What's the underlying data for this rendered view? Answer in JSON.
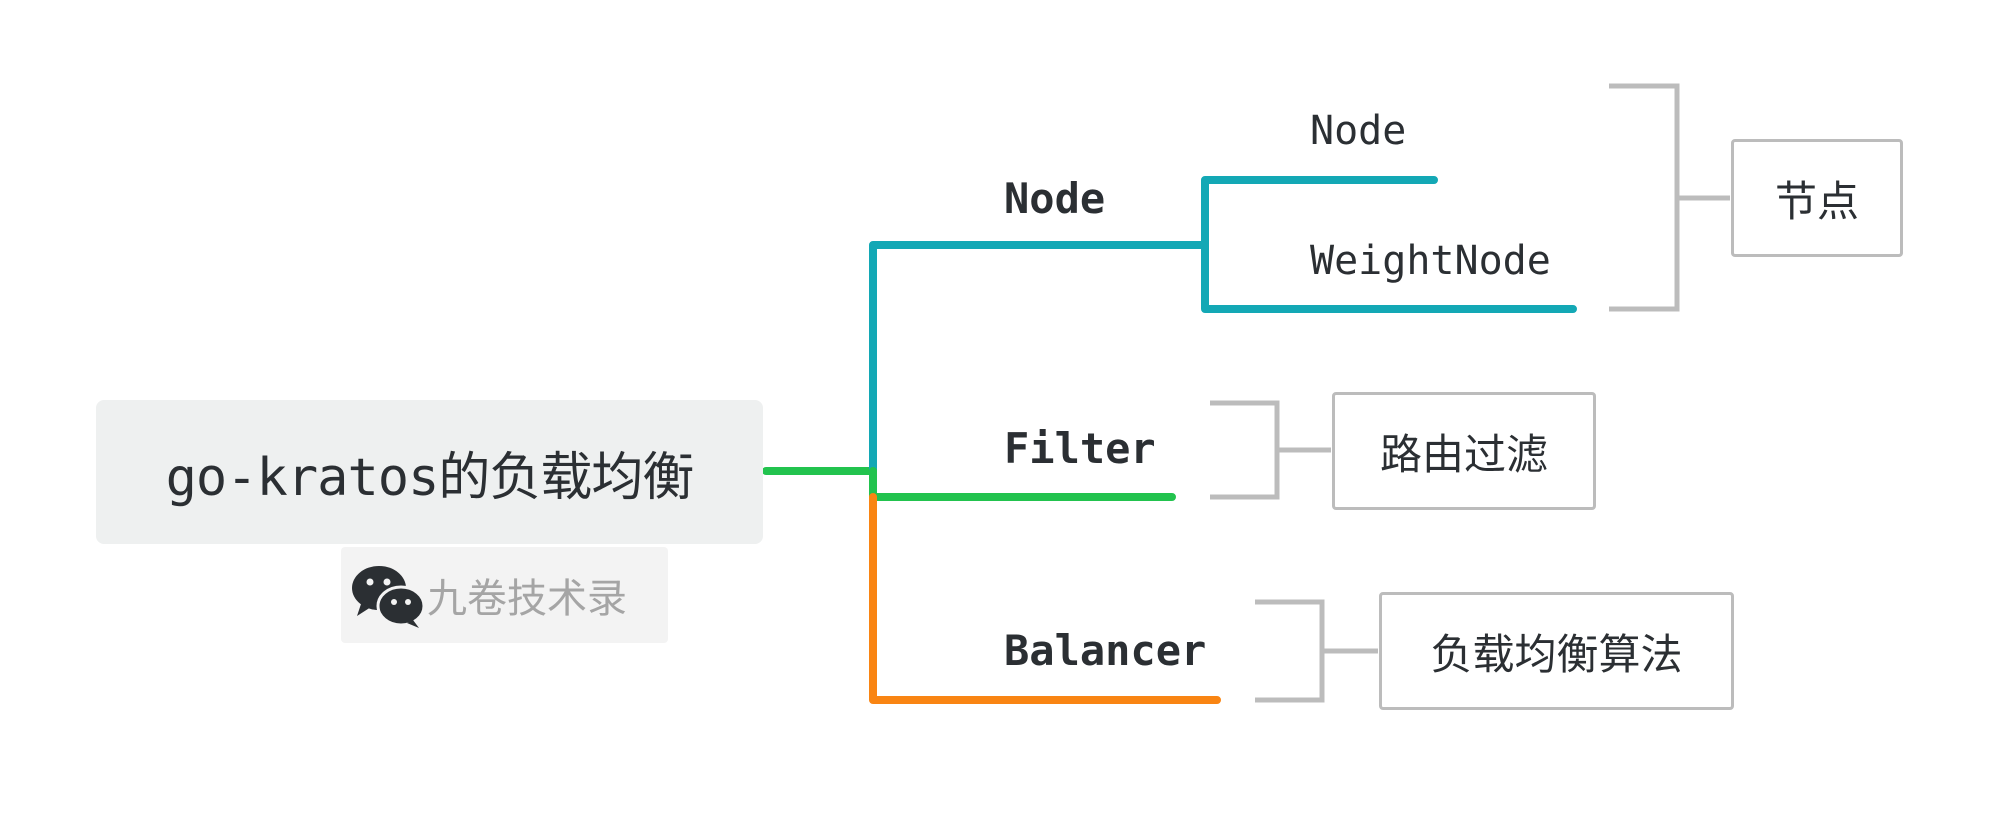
{
  "root": {
    "title": "go-kratos的负载均衡"
  },
  "watermark": {
    "icon": "wechat-icon",
    "text": "九卷技术录"
  },
  "branches": [
    {
      "label": "Node",
      "color": "#13a8b5",
      "children": [
        "Node",
        "WeightNode"
      ],
      "summary": "节点"
    },
    {
      "label": "Filter",
      "color": "#22c34e",
      "children": [],
      "summary": "路由过滤"
    },
    {
      "label": "Balancer",
      "color": "#f98513",
      "children": [],
      "summary": "负载均衡算法"
    }
  ],
  "colors": {
    "summary_bracket": "#bcbcbc",
    "root_background": "#eef0f0"
  }
}
